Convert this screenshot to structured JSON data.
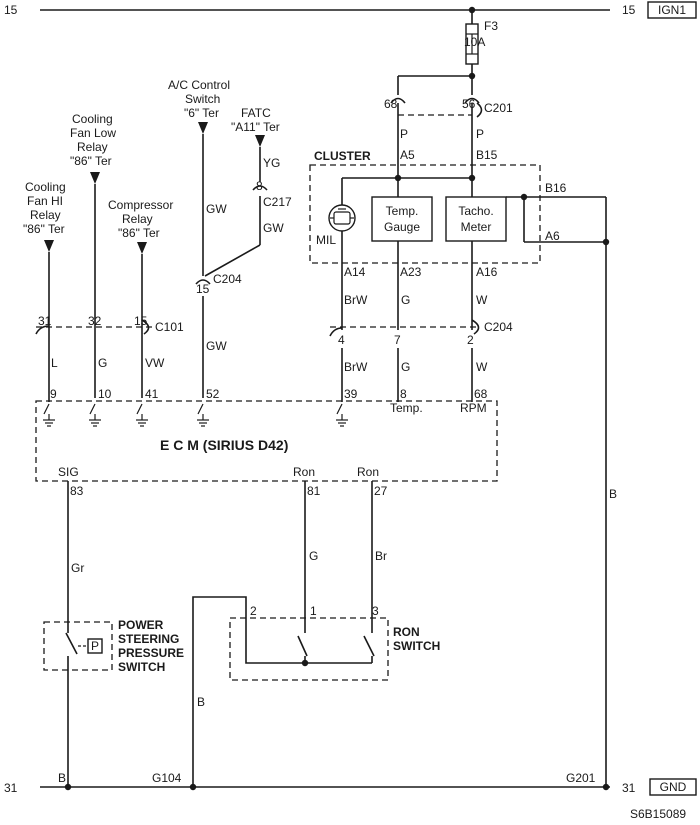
{
  "rails": {
    "top_left": "15",
    "top_right": "15",
    "top_label": "IGN1",
    "bottom_left": "31",
    "bottom_right": "31",
    "bottom_label": "GND"
  },
  "fuse": {
    "name": "F3",
    "rating": "10A"
  },
  "connectors": {
    "c201": "C201",
    "c217": "C217",
    "c204_top": "C204",
    "c101": "C101",
    "c204_right": "C204"
  },
  "pins": {
    "c201_a": "68",
    "c201_b": "56",
    "c217": "8",
    "c204_top": "15",
    "c101_a": "31",
    "c101_b": "32",
    "c101_c": "15",
    "c204_a": "4",
    "c204_b": "7",
    "c204_c": "2",
    "ecm_9": "9",
    "ecm_10": "10",
    "ecm_41": "41",
    "ecm_52": "52",
    "ecm_39": "39",
    "ecm_8": "8",
    "ecm_68": "68",
    "ecm_83": "83",
    "ecm_81": "81",
    "ecm_27": "27",
    "ron_2": "2",
    "ron_1": "1",
    "ron_3": "3"
  },
  "cluster": {
    "title": "CLUSTER",
    "a5": "A5",
    "b15": "B15",
    "b16": "B16",
    "a6": "A6",
    "a14": "A14",
    "a23": "A23",
    "a16": "A16",
    "mil": "MIL",
    "temp_gauge": [
      "Temp.",
      "Gauge"
    ],
    "tacho_meter": [
      "Tacho.",
      "Meter"
    ]
  },
  "wires": {
    "p1": "P",
    "p2": "P",
    "yg": "YG",
    "gw1": "GW",
    "gw2": "GW",
    "gw3": "GW",
    "brw1": "BrW",
    "brw2": "BrW",
    "g1": "G",
    "g2": "G",
    "w1": "W",
    "w2": "W",
    "l": "L",
    "g3": "G",
    "vw": "VW",
    "gr": "Gr",
    "g4": "G",
    "br": "Br",
    "b1": "B",
    "b2": "B",
    "b3": "B"
  },
  "components": {
    "fan_hi": [
      "Cooling",
      "Fan HI",
      "Relay",
      "\"86\" Ter"
    ],
    "fan_low": [
      "Cooling",
      "Fan Low",
      "Relay",
      "\"86\" Ter"
    ],
    "compressor": [
      "Compressor",
      "Relay",
      "\"86\" Ter"
    ],
    "ac_control": [
      "A/C Control",
      "Switch",
      "\"6\" Ter"
    ],
    "fatc": [
      "FATC",
      "\"A11\" Ter"
    ],
    "power_steering": [
      "POWER",
      "STEERING",
      "PRESSURE",
      "SWITCH"
    ],
    "power_steering_symbol": "P",
    "ron_switch": [
      "RON",
      "SWITCH"
    ]
  },
  "ecm": {
    "title": "E  C  M (SIRIUS D42)",
    "temp": "Temp.",
    "rpm": "RPM",
    "sig": "SIG",
    "ron1": "Ron",
    "ron2": "Ron"
  },
  "grounds": {
    "g104": "G104",
    "g201": "G201"
  },
  "doc_code": "S6B15089"
}
